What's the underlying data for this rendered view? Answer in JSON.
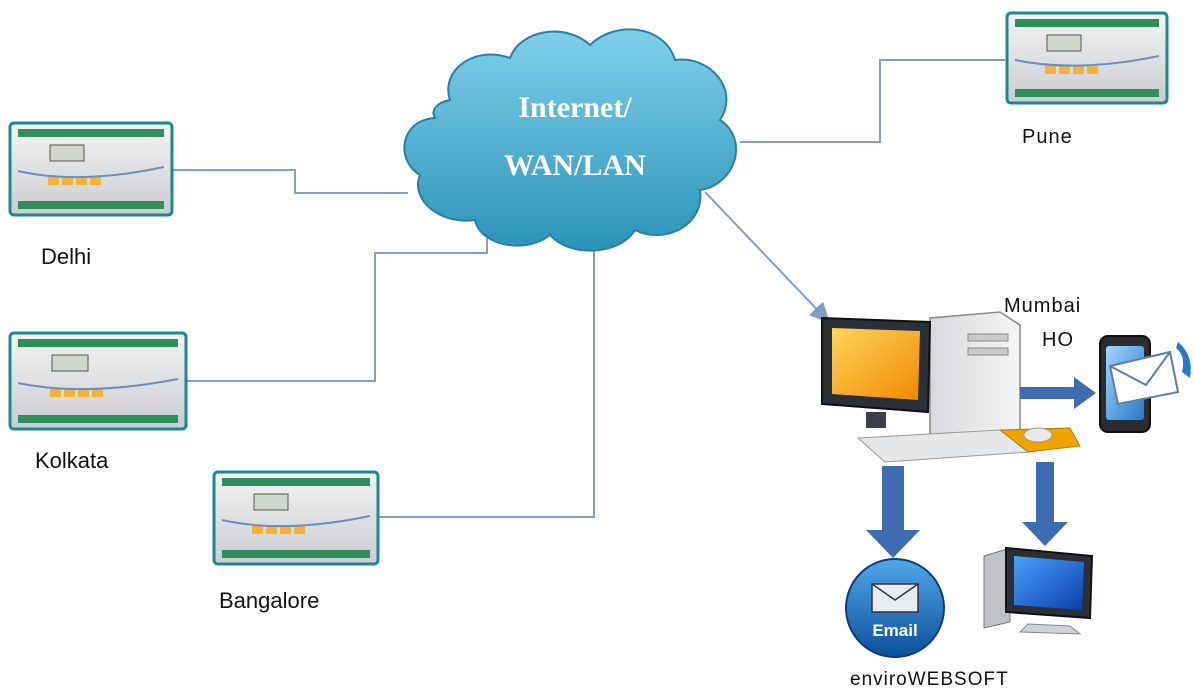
{
  "network": {
    "cloud_line1": "Internet/",
    "cloud_line2": "WAN/LAN"
  },
  "sites": {
    "delhi": "Delhi",
    "kolkata": "Kolkata",
    "bangalore": "Bangalore",
    "pune": "Pune",
    "mumbai_line1": "Mumbai",
    "mumbai_line2": "HO"
  },
  "outputs": {
    "email_label": "Email",
    "software_name": "enviroWEBSOFT"
  },
  "icons": [
    "data-logger-icon",
    "cloud-icon",
    "desktop-computer-icon",
    "mobile-phone-icon",
    "envelope-icon",
    "email-icon",
    "monitor-icon"
  ],
  "colors": {
    "cloud": "#3aa6c8",
    "link": "#7f9fc8",
    "arrow": "#3d6db0",
    "device_frame": "#1b8a8f"
  }
}
